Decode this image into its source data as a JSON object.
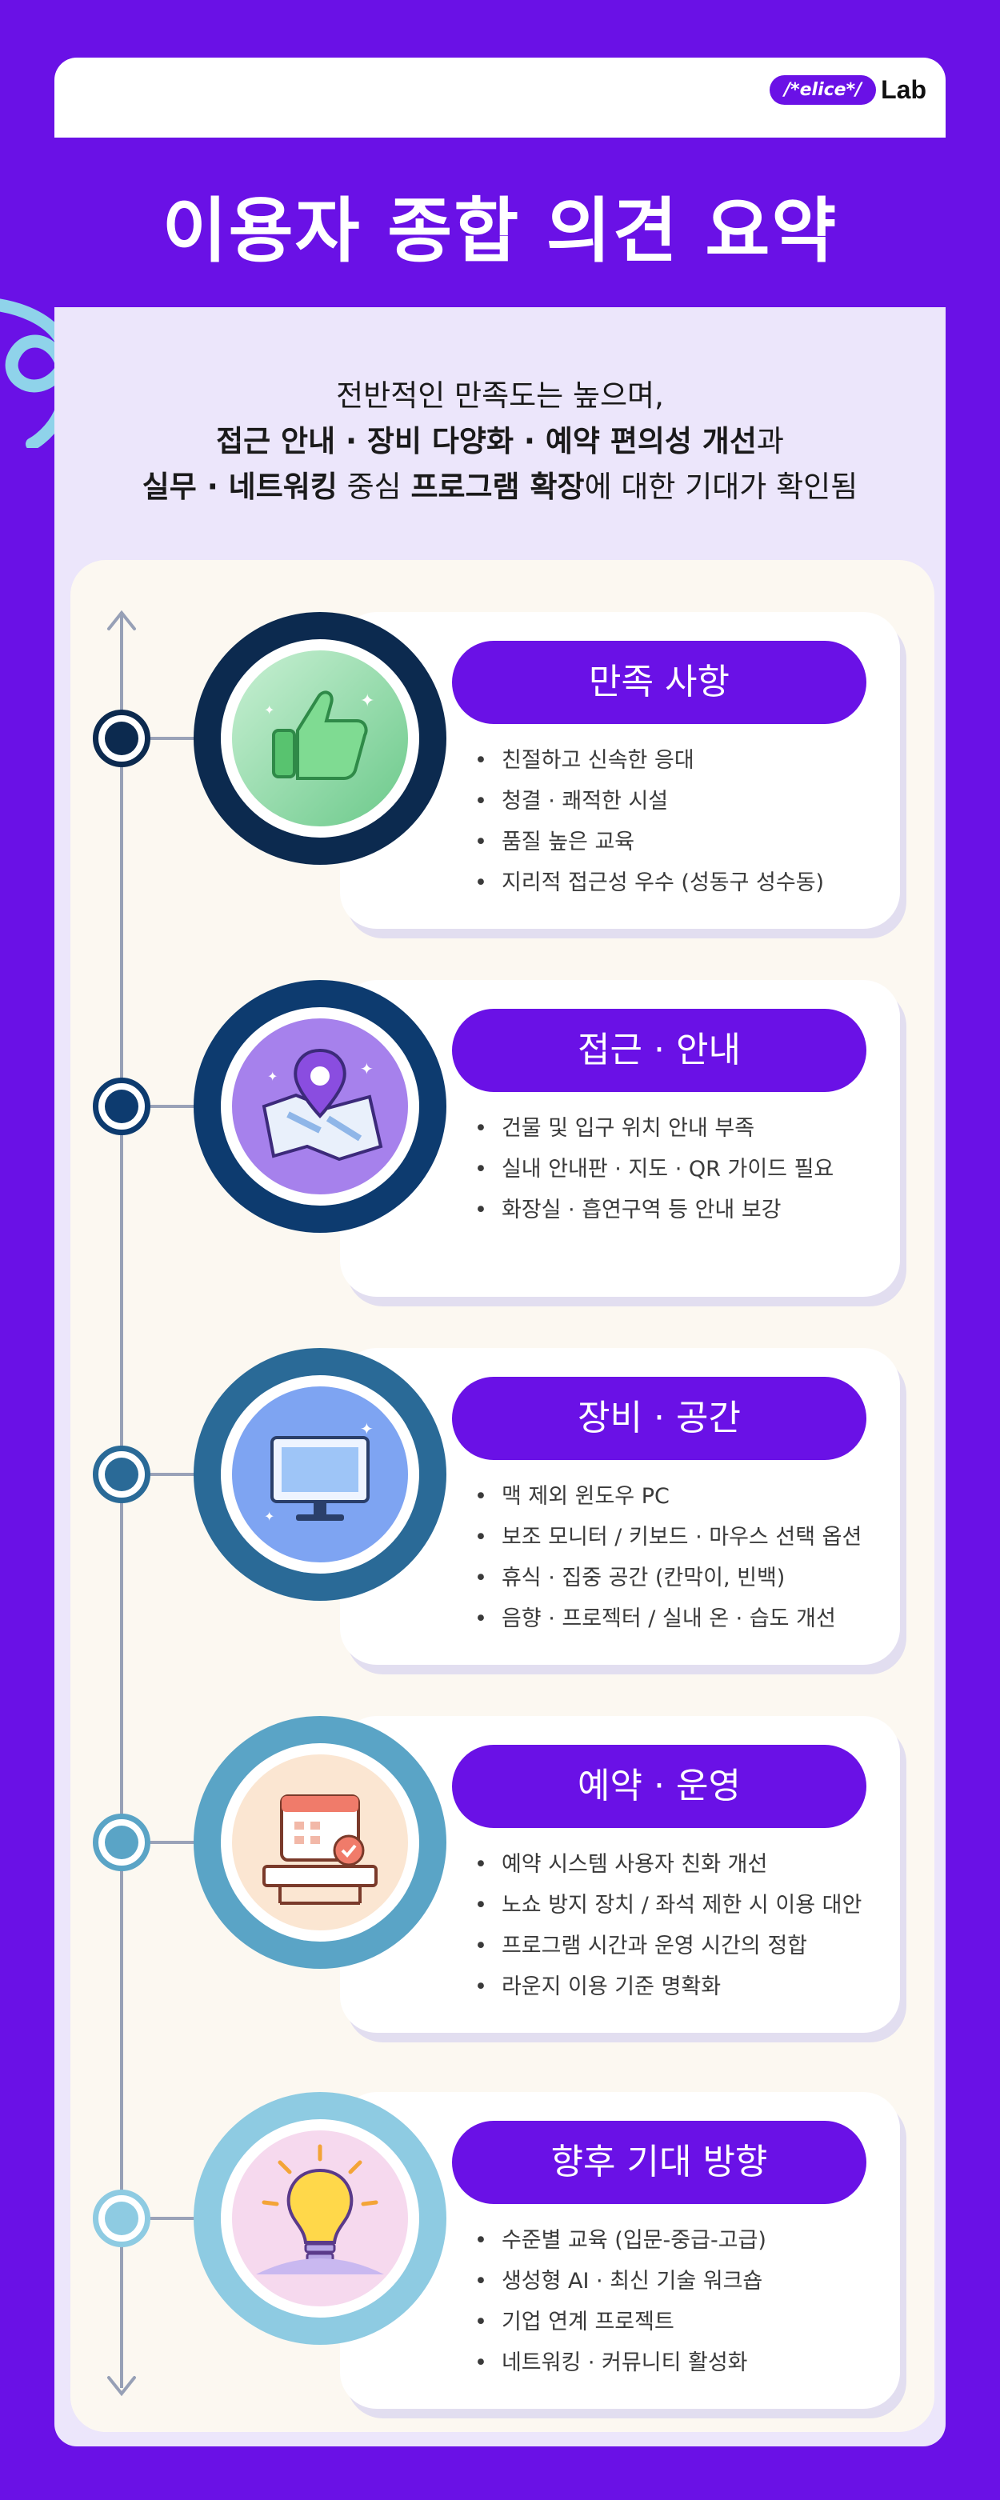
{
  "header": {
    "logo_pill": "/*elice*/",
    "logo_text": "Lab"
  },
  "title": "이용자 종합 의견 요약",
  "summary": {
    "line1": "전반적인 만족도는 높으며,",
    "line2_bold": "접근 안내 · 장비 다양화 · 예약 편의성 개선",
    "line2_tail": "과",
    "line3_bold1": "실무 · 네트워킹",
    "line3_mid": " 중심 ",
    "line3_bold2": "프로그램 확장",
    "line3_tail": "에 대한 기대가 확인됨"
  },
  "sections": [
    {
      "title": "만족 사항",
      "icon": "thumbs-up-icon",
      "ring_color": "#0c2a4f",
      "disc_color": "#a6e3b6",
      "items": [
        "친절하고 신속한 응대",
        "청결 · 쾌적한 시설",
        "품질 높은 교육",
        "지리적 접근성 우수 (성동구 성수동)"
      ]
    },
    {
      "title": "접근 · 안내",
      "icon": "map-pin-icon",
      "ring_color": "#0d3b6f",
      "disc_color": "#b391ee",
      "items": [
        "건물 및 입구 위치 안내 부족",
        "실내 안내판 · 지도 · QR 가이드 필요",
        "화장실 · 흡연구역 등 안내 보강"
      ]
    },
    {
      "title": "장비 · 공간",
      "icon": "monitor-icon",
      "ring_color": "#2a6a97",
      "disc_color": "#8fb2f5",
      "items": [
        "맥 제외 윈도우 PC",
        "보조 모니터 / 키보드 · 마우스 선택 옵션",
        "휴식 · 집중 공간 (칸막이, 빈백)",
        "음향 · 프로젝터 / 실내 온 · 습도 개선"
      ]
    },
    {
      "title": "예약 · 운영",
      "icon": "calendar-icon",
      "ring_color": "#5aa4c6",
      "disc_color": "#fbe2c8",
      "items": [
        "예약 시스템 사용자 친화 개선",
        "노쇼 방지 장치 / 좌석 제한 시 이용 대안",
        "프로그램 시간과 운영 시간의 정합",
        "라운지 이용 기준 명확화"
      ]
    },
    {
      "title": "향후 기대 방향",
      "icon": "lightbulb-icon",
      "ring_color": "#8ecbe2",
      "disc_color": "#f6dcf0",
      "items": [
        "수준별 교육 (입문-중급-고급)",
        "생성형 AI · 최신 기술 워크숍",
        "기업 연계 프로젝트",
        "네트워킹 · 커뮤니티 활성화"
      ]
    }
  ]
}
